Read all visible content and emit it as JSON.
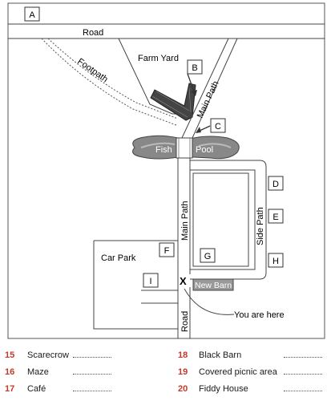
{
  "map": {
    "road_top": "Road",
    "road_bottom": "Road",
    "farm_yard": "Farm Yard",
    "footpath": "Footpath",
    "main_path_top": "Main Path",
    "main_path_bottom": "Main Path",
    "side_path": "Side Path",
    "fish_pool": [
      "Fish",
      "Pool"
    ],
    "car_park": "Car Park",
    "new_barn": "New Barn",
    "you_are_here": "You are here",
    "letters": [
      "A",
      "B",
      "C",
      "D",
      "E",
      "F",
      "G",
      "H",
      "I"
    ]
  },
  "questions": [
    {
      "num": "15",
      "label": "Scarecrow"
    },
    {
      "num": "16",
      "label": "Maze"
    },
    {
      "num": "17",
      "label": "Café"
    },
    {
      "num": "18",
      "label": "Black Barn"
    },
    {
      "num": "19",
      "label": "Covered picnic area"
    },
    {
      "num": "20",
      "label": "Fiddy House"
    }
  ]
}
